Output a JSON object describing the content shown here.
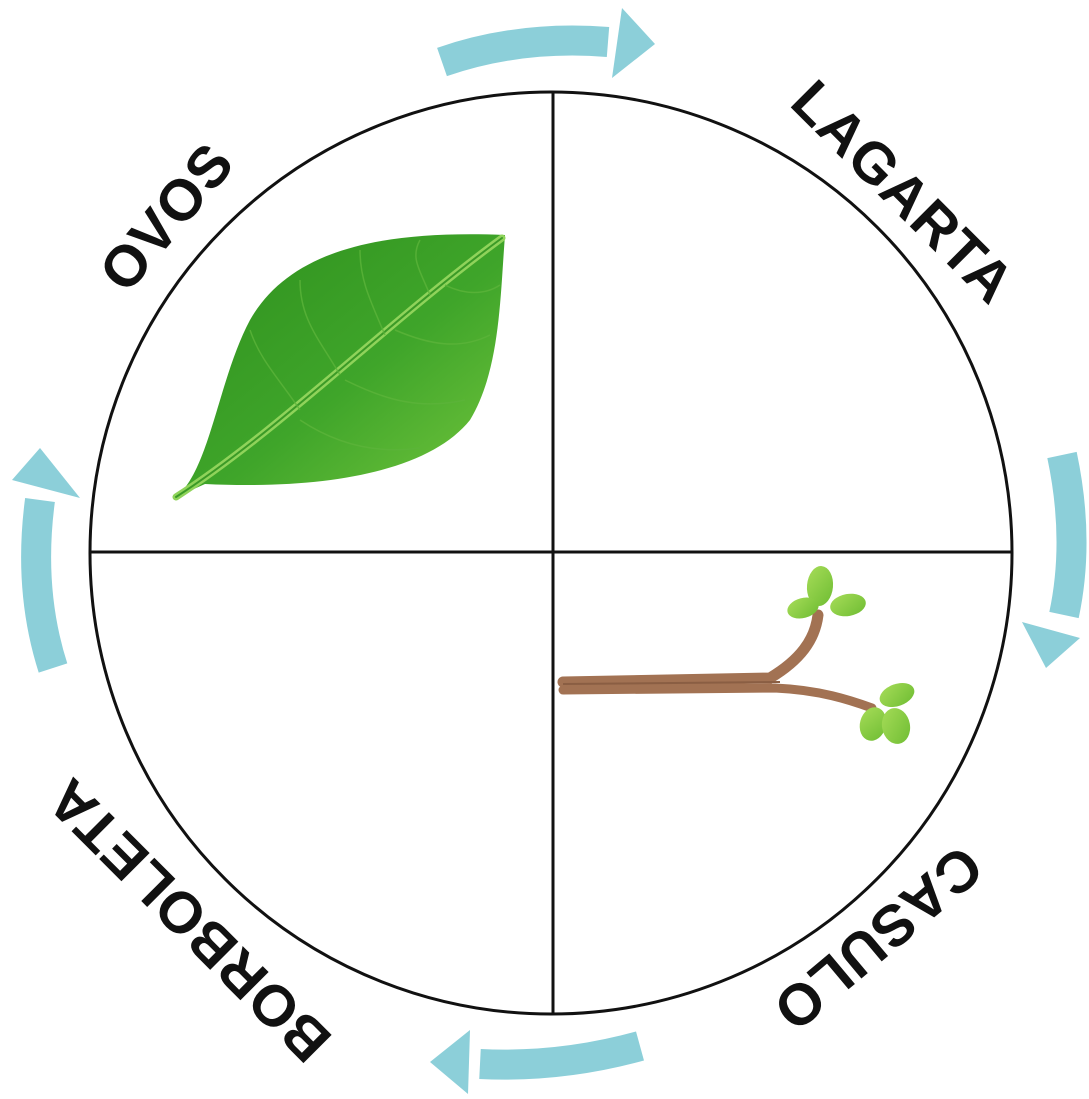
{
  "diagram": {
    "stages": [
      {
        "key": "ovos",
        "label": "OVOS"
      },
      {
        "key": "lagarta",
        "label": "LAGARTA"
      },
      {
        "key": "casulo",
        "label": "CASULO"
      },
      {
        "key": "borboleta",
        "label": "BORBOLETA"
      }
    ]
  },
  "colors": {
    "circle_stroke": "#111111",
    "arrow": "#8ccfd9",
    "leaf_dark": "#2d8f1e",
    "leaf_light": "#6cc23a",
    "branch": "#a27253",
    "bud": "#8ed04a"
  },
  "icons": {
    "leaf": "leaf-icon",
    "branch": "branch-icon",
    "arrows": "cycle-arrow-icon"
  }
}
